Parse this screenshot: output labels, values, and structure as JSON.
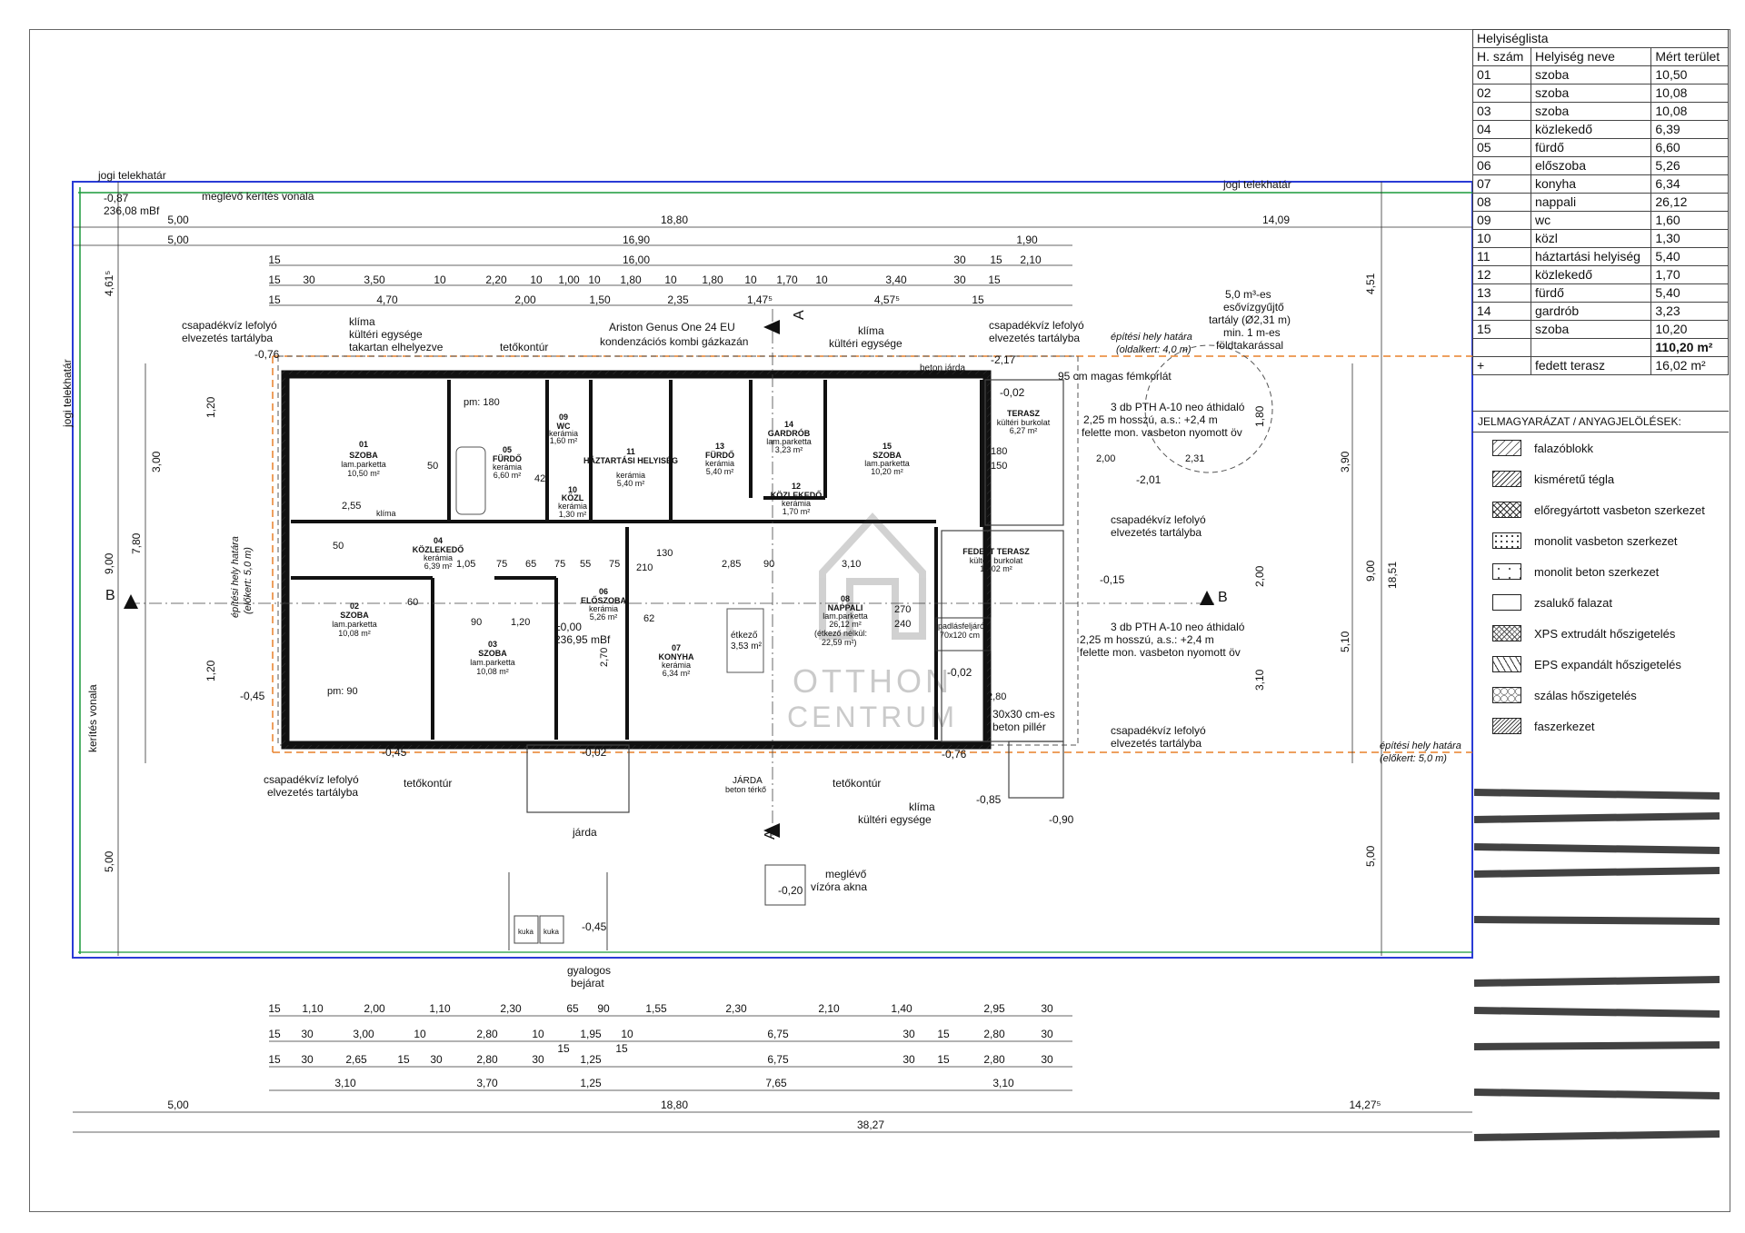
{
  "room_list": {
    "title": "Helyiséglista",
    "headers": [
      "H. szám",
      "Helyiség neve",
      "Mért terület"
    ],
    "rows": [
      [
        "01",
        "szoba",
        "10,50"
      ],
      [
        "02",
        "szoba",
        "10,08"
      ],
      [
        "03",
        "szoba",
        "10,08"
      ],
      [
        "04",
        "közlekedő",
        "6,39"
      ],
      [
        "05",
        "fürdő",
        "6,60"
      ],
      [
        "06",
        "előszoba",
        "5,26"
      ],
      [
        "07",
        "konyha",
        "6,34"
      ],
      [
        "08",
        "nappali",
        "26,12"
      ],
      [
        "09",
        "wc",
        "1,60"
      ],
      [
        "10",
        "közl",
        "1,30"
      ],
      [
        "11",
        "háztartási helyiség",
        "5,40"
      ],
      [
        "12",
        "közlekedő",
        "1,70"
      ],
      [
        "13",
        "fürdő",
        "5,40"
      ],
      [
        "14",
        "gardrób",
        "3,23"
      ],
      [
        "15",
        "szoba",
        "10,20"
      ]
    ],
    "total": "110,20 m²",
    "extra": [
      "+",
      "fedett terasz",
      "16,02 m²"
    ]
  },
  "legend": {
    "title": "JELMAGYARÁZAT / ANYAGJELÖLÉSEK:",
    "items": [
      {
        "label": "falazóblokk",
        "pattern": "hatch"
      },
      {
        "label": "kisméretű tégla",
        "pattern": "hatch-dense"
      },
      {
        "label": "előregyártott vasbeton szerkezet",
        "pattern": "crosshatch"
      },
      {
        "label": "monolit vasbeton szerkezet",
        "pattern": "dots"
      },
      {
        "label": "monolit beton szerkezet",
        "pattern": "sparse-dots"
      },
      {
        "label": "zsalukő falazat",
        "pattern": "blank"
      },
      {
        "label": "XPS extrudált hőszigetelés",
        "pattern": "xps"
      },
      {
        "label": "EPS expandált hőszigetelés",
        "pattern": "eps"
      },
      {
        "label": "szálas hőszigetelés",
        "pattern": "fiber"
      },
      {
        "label": "faszerkezet",
        "pattern": "wood"
      }
    ]
  },
  "plan": {
    "top_boundary": "jogi telekhatár",
    "top_boundary_right": "jogi telekhatár",
    "left_boundary": "jogi telekhatár",
    "fence_left": "kerítés vonala",
    "fence_top": "meglévő kerítés vonala",
    "corner_level": "-0,87",
    "corner_mbf": "236,08 mBf",
    "build_limit_side_1": "építési hely határa",
    "build_limit_side_2": "(oldalkert: 4,0 m)",
    "build_limit_front_1": "építési hely határa",
    "build_limit_front_2": "(előkert: 5,0 m)",
    "build_limit_left_1": "építési hely határa",
    "build_limit_left_2": "(előkert: 5,0 m)",
    "gutter_1a": "csapadékvíz lefolyó",
    "gutter_1b": "elvezetés tartályba",
    "gutter_2a": "csapadékvíz lefolyó",
    "gutter_2b": "elvezetés tartályba",
    "gutter_3a": "csapadékvíz lefolyó",
    "gutter_3b": "elvezetés tartályba",
    "gutter_4a": "csapadékvíz lefolyó",
    "gutter_4b": "elvezetés tartályba",
    "gutter_5a": "csapadékvíz lefolyó",
    "gutter_5b": "elvezetés tartályba",
    "ac_1a": "klíma",
    "ac_1b": "kültéri egysége",
    "ac_1c": "takartan elhelyezve",
    "ac_2a": "klíma",
    "ac_2b": "kültéri egysége",
    "ac_3a": "klíma",
    "ac_3b": "kültéri egysége",
    "boiler_1": "Ariston Genus One 24 EU",
    "boiler_2": "kondenzációs kombi gázkazán",
    "roof_contour": "tetőkontúr",
    "tank_1": "5,0 m³-es",
    "tank_2": "esővízgyűjtő",
    "tank_3": "tartály (Ø2,31 m)",
    "tank_4": "min. 1 m-es",
    "tank_5": "földtakarással",
    "railing": "95 cm magas fémkorlát",
    "lintel_1a": "3 db PTH A-10 neo áthidaló",
    "lintel_1b": "2,25 m hosszú, a.s.: +2,4 m",
    "lintel_1c": "felette mon. vasbeton nyomott öv",
    "lintel_2a": "3 db PTH A-10 neo áthidaló",
    "lintel_2b": "2,25 m hosszú, a.s.: +2,4 m",
    "lintel_2c": "felette mon. vasbeton nyomott öv",
    "pillar_1": "30x30 cm-es",
    "pillar_2": "beton pillér",
    "water_meter_1": "meglévő",
    "water_meter_2": "vízóra akna",
    "pedestrian_1": "gyalogos",
    "pedestrian_2": "bejárat",
    "sidewalk": "járda",
    "walkway": "JÁRDA",
    "walkway_sub": "beton térkő",
    "concrete_walk": "beton járda",
    "attic": "padlásfeljáró",
    "attic_size": "70x120 cm",
    "dining": "étkező",
    "dining_area": "3,53 m²",
    "living_note": "(étkező nélkül:",
    "living_note_area": "22,59 m²)",
    "entry_level": "±0,00",
    "entry_mbf": "236,95 mBf",
    "section_a": "A",
    "section_b": "B",
    "trash_1": "kuka",
    "trash_2": "kuka",
    "rooms": [
      {
        "num": "01",
        "name": "SZOBA",
        "floor": "lam.parketta",
        "area": "10,50 m²"
      },
      {
        "num": "02",
        "name": "SZOBA",
        "floor": "lam.parketta",
        "area": "10,08 m²"
      },
      {
        "num": "03",
        "name": "SZOBA",
        "floor": "lam.parketta",
        "area": "10,08 m²"
      },
      {
        "num": "04",
        "name": "KÖZLEKEDŐ",
        "floor": "kerámia",
        "area": "6,39 m²"
      },
      {
        "num": "05",
        "name": "FÜRDŐ",
        "floor": "kerámia",
        "area": "6,60 m²"
      },
      {
        "num": "06",
        "name": "ELŐSZOBA",
        "floor": "kerámia",
        "area": "5,26 m²"
      },
      {
        "num": "07",
        "name": "KONYHA",
        "floor": "kerámia",
        "area": "6,34 m²"
      },
      {
        "num": "08",
        "name": "NAPPALI",
        "floor": "lam.parketta",
        "area": "26,12 m²"
      },
      {
        "num": "09",
        "name": "WC",
        "floor": "kerámia",
        "area": "1,60 m²"
      },
      {
        "num": "10",
        "name": "KÖZL",
        "floor": "kerámia",
        "area": "1,30 m²"
      },
      {
        "num": "11",
        "name": "HÁZTARTÁSI HELYISÉG",
        "floor": "kerámia",
        "area": "5,40 m²"
      },
      {
        "num": "12",
        "name": "KÖZLEKEDŐ",
        "floor": "kerámia",
        "area": "1,70 m²"
      },
      {
        "num": "13",
        "name": "FÜRDŐ",
        "floor": "kerámia",
        "area": "5,40 m²"
      },
      {
        "num": "14",
        "name": "GARDRÓB",
        "floor": "lam.parketta",
        "area": "3,23 m²"
      },
      {
        "num": "15",
        "name": "SZOBA",
        "floor": "lam.parketta",
        "area": "10,20 m²"
      },
      {
        "num": "",
        "name": "TERASZ",
        "floor": "kültéri burkolat",
        "area": "6,27 m²"
      },
      {
        "num": "",
        "name": "FEDETT TERASZ",
        "floor": "kültéri burkolat",
        "area": "16,02 m²"
      }
    ],
    "levels": [
      "-0,76",
      "-2,17",
      "-0,02",
      "-2,01",
      "-0,15",
      "-0,02",
      "-0,76",
      "-0,85",
      "-0,90",
      "-0,45",
      "-0,45",
      "-0,02",
      "-0,20",
      "-0,45"
    ],
    "dim_top_1": [
      "5,00",
      "18,80",
      "14,09"
    ],
    "dim_top_2": [
      "5,00",
      "16,90",
      "1,90"
    ],
    "dim_top_3": [
      "15",
      "16,00",
      "30",
      "15",
      "2,10"
    ],
    "dim_top_4": [
      "15",
      "30",
      "3,50",
      "10",
      "2,20",
      "10",
      "1,00",
      "10",
      "1,80",
      "10",
      "1,80",
      "10",
      "1,70",
      "10",
      "3,40",
      "30",
      "15"
    ],
    "dim_top_5": [
      "15",
      "4,70",
      "2,00",
      "1,50",
      "2,35",
      "1,47⁵",
      "4,57⁵",
      "15"
    ],
    "dim_bot_1": [
      "15",
      "1,10",
      "2,00",
      "1,10",
      "2,30",
      "65",
      "90",
      "1,55",
      "2,30",
      "2,10",
      "1,40",
      "2,95",
      "30"
    ],
    "dim_bot_2": [
      "15",
      "30",
      "3,00",
      "10",
      "2,80",
      "10",
      "1,95",
      "10",
      "6,75",
      "30",
      "15",
      "2,80",
      "30"
    ],
    "dim_bot_3": [
      "15",
      "30",
      "2,65",
      "15",
      "30",
      "2,80",
      "30",
      "15",
      "1,25",
      "15",
      "6,75",
      "30",
      "15",
      "2,80",
      "30"
    ],
    "dim_bot_4": [
      "3,10",
      "3,70",
      "1,25",
      "7,65",
      "3,10"
    ],
    "dim_bot_5": [
      "5,00",
      "18,80",
      "14,27⁵"
    ],
    "dim_bot_total": "38,27",
    "dim_left_outer": [
      "4,61⁵",
      "9,00",
      "5,00"
    ],
    "dim_left_inner": [
      "7,80",
      "3,00",
      "1,20",
      "1,20"
    ],
    "dim_right_outer": [
      "4,51",
      "18,51",
      "9,00",
      "5,00"
    ],
    "dim_right_inner": [
      "1,80",
      "2,00",
      "3,10",
      "3,90",
      "5,10"
    ],
    "misc_dims": [
      "2,55",
      "50",
      "60",
      "1,05",
      "75",
      "65",
      "75",
      "55",
      "75",
      "1,20",
      "90",
      "2,85",
      "90",
      "3,10",
      "2,70",
      "270",
      "240",
      "2,80",
      "2,00",
      "2,31",
      "180",
      "150",
      "130",
      "62",
      "42",
      "50",
      "210",
      "pm: 180",
      "pm: 90",
      "klíma"
    ]
  },
  "watermark": {
    "line1": "OTTHON",
    "line2": "CENTRUM"
  }
}
